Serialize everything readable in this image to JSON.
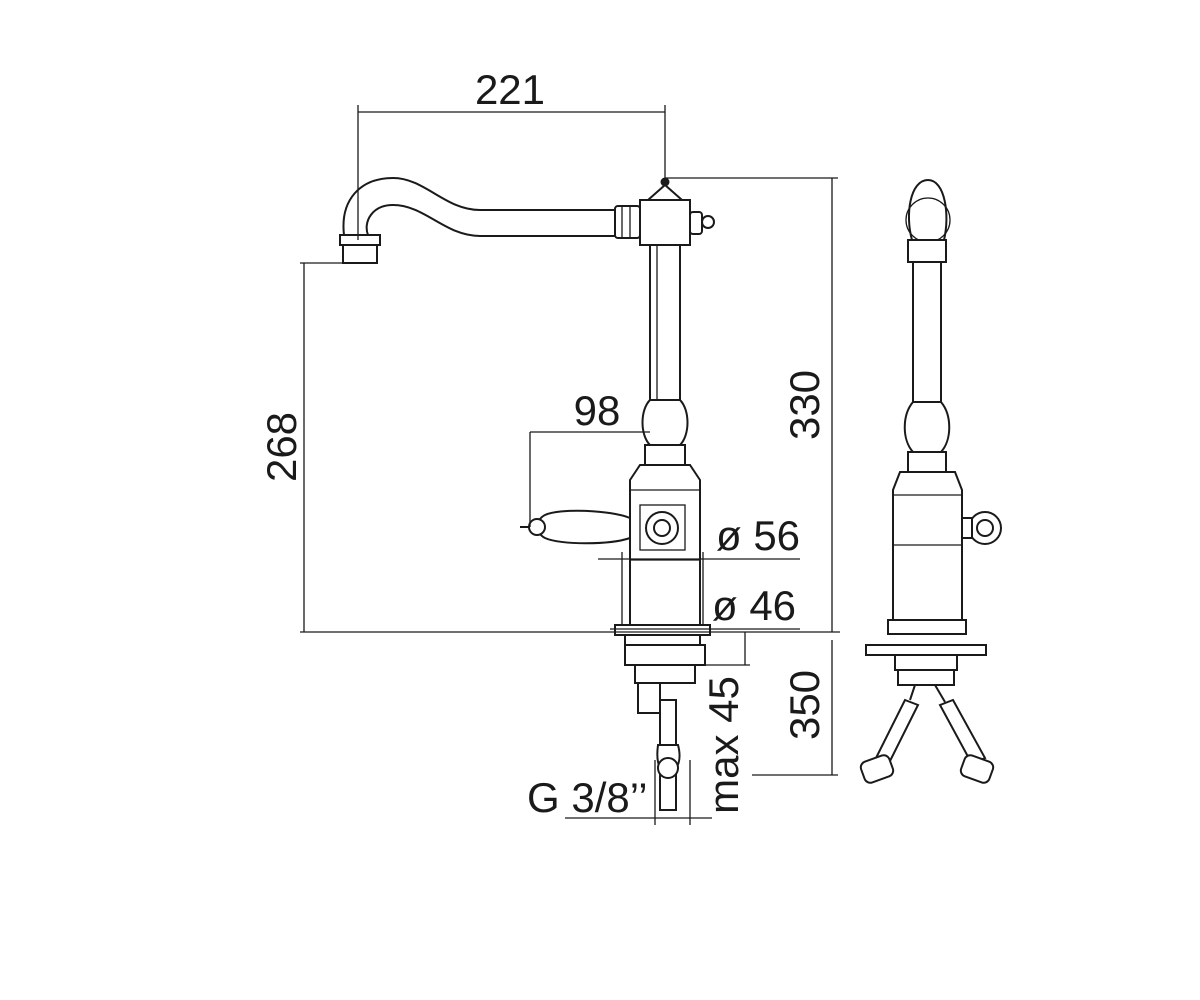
{
  "dimensions": {
    "spout_reach": "221",
    "total_height": "330",
    "spout_height": "268",
    "handle_reach": "98",
    "body_diameter": "ø 56",
    "base_diameter": "ø 46",
    "hose_length": "350",
    "max_deck": "max 45",
    "connection": "G 3/8’’"
  }
}
